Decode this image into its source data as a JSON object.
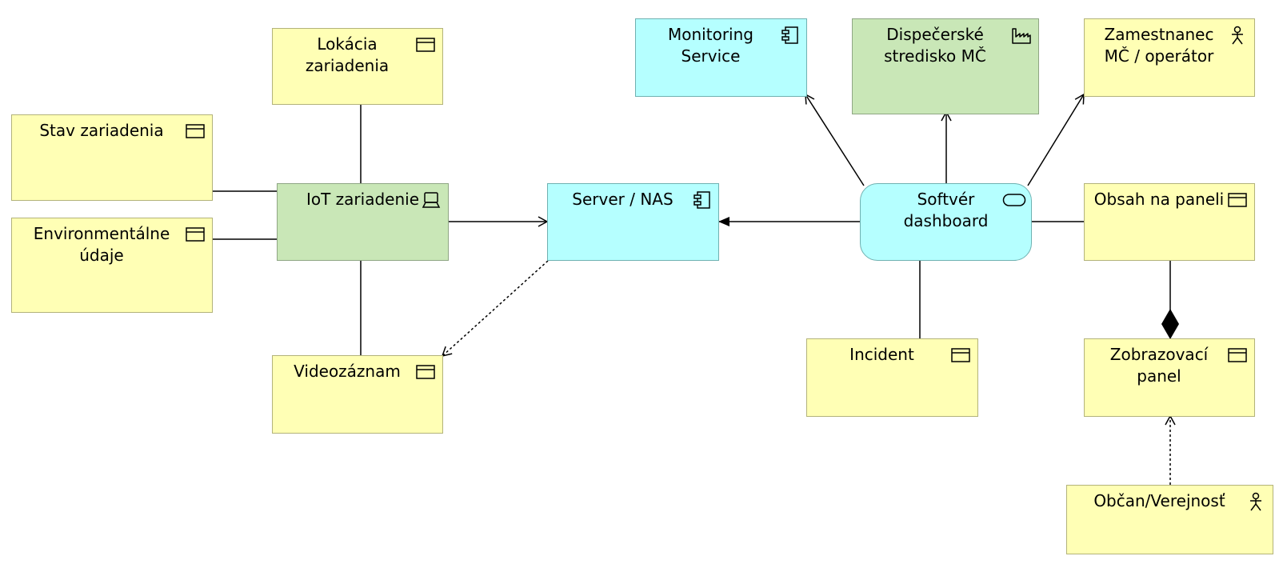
{
  "nodes": {
    "lokacia": {
      "label": "Lokácia zariadenia"
    },
    "stav": {
      "label": "Stav zariadenia"
    },
    "environ": {
      "label": "Environmentálne údaje"
    },
    "iot": {
      "label": "IoT zariadenie"
    },
    "video": {
      "label": "Videozáznam"
    },
    "server": {
      "label": "Server / NAS"
    },
    "monitoring": {
      "label": "Monitoring Service"
    },
    "dispecerske": {
      "label": "Dispečerské stredisko MČ"
    },
    "zamestnanec": {
      "label": "Zamestnanec MČ / operátor"
    },
    "softver": {
      "label": "Softvér dashboard"
    },
    "obsah": {
      "label": "Obsah na paneli"
    },
    "incident": {
      "label": "Incident"
    },
    "zobrazovaci": {
      "label": "Zobrazovací panel"
    },
    "obcan": {
      "label": "Občan/Verejnosť"
    }
  },
  "icons": {
    "lokacia": "data-object-icon",
    "stav": "data-object-icon",
    "environ": "data-object-icon",
    "iot": "device-icon",
    "video": "data-object-icon",
    "server": "component-icon",
    "monitoring": "component-icon",
    "dispecerske": "facility-icon",
    "zamestnanec": "actor-icon",
    "softver": "service-icon",
    "obsah": "data-object-icon",
    "incident": "data-object-icon",
    "zobrazovaci": "data-object-icon",
    "obcan": "actor-icon"
  },
  "colors": {
    "data_object_fill": "#ffffb5",
    "application_fill": "#b5ffff",
    "technology_fill": "#c9e7b7"
  }
}
